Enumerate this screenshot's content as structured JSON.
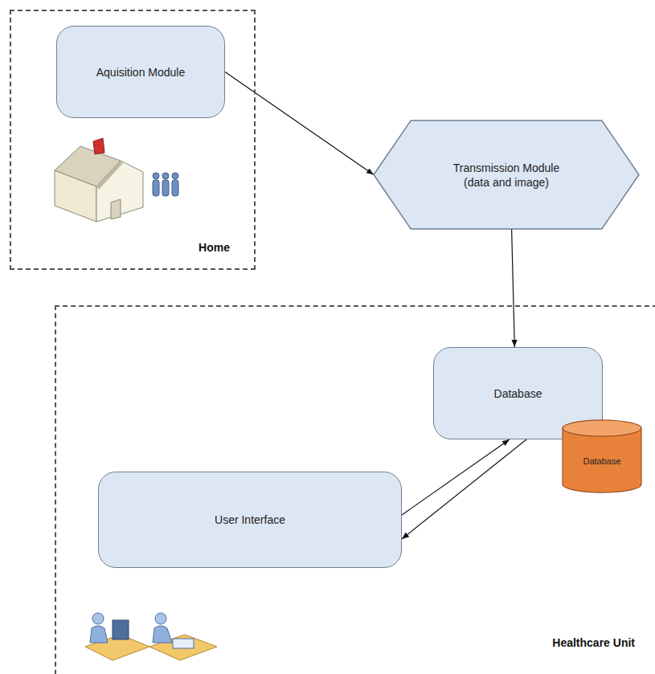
{
  "diagram": {
    "nodes": [
      {
        "text": [
          "Home"
        ]
      },
      {
        "text": [
          "Aquisition Module"
        ],
        "in": 0
      },
      {
        "text": [
          "Transmission Module",
          "(data and image)"
        ]
      },
      {
        "text": [
          "Healthcare Unit"
        ]
      },
      {
        "text": [
          "Database"
        ],
        "in": 3
      },
      {
        "text": [
          "Database"
        ],
        "in": 3
      },
      {
        "text": [
          "User Interface"
        ],
        "in": 3
      }
    ],
    "edges": [
      {
        "from": 1,
        "to": 2,
        "arrow": "to"
      },
      {
        "from": 2,
        "to": 4,
        "arrow": "to"
      },
      {
        "from": 6,
        "to": 4,
        "arrow": "to"
      },
      {
        "from": 4,
        "to": 6,
        "arrow": "to"
      }
    ]
  }
}
